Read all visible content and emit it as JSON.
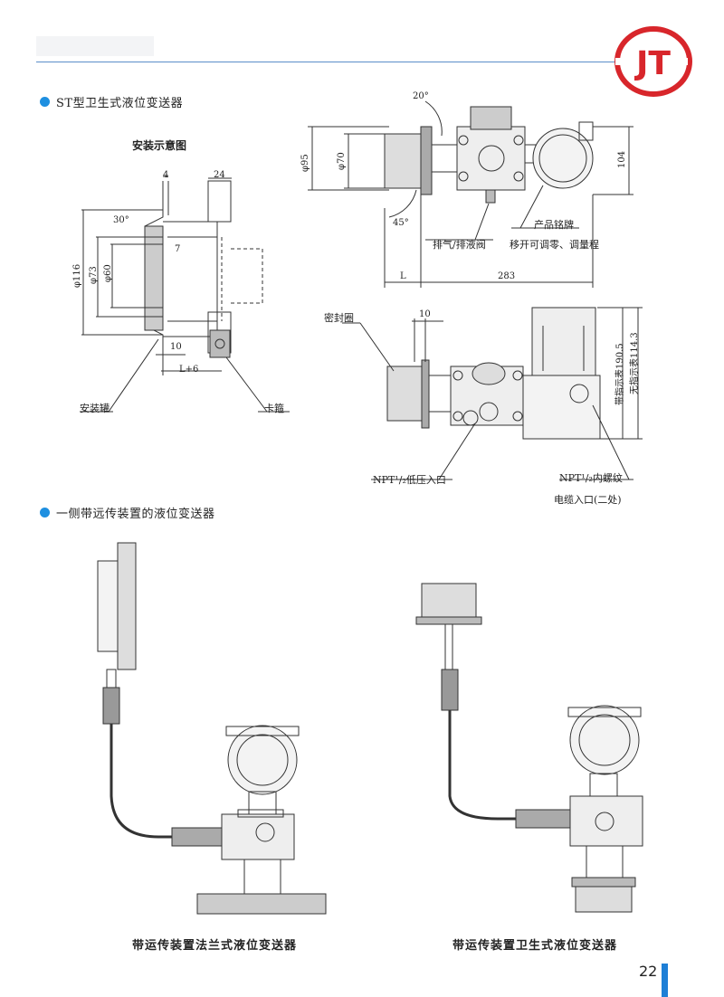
{
  "logo": {
    "text": "JT",
    "color": "#d8262b"
  },
  "section1": {
    "title": "ST型卫生式液位变送器"
  },
  "install": {
    "title": "安装示意图"
  },
  "left_dims": {
    "d4": "4",
    "d24": "24",
    "ang30": "30°",
    "d7": "7",
    "phi116": "φ116",
    "phi73": "φ73",
    "phi60": "φ60",
    "d10": "10",
    "lplus6": "L+6",
    "tank": "安装罐",
    "clamp": "卡箍"
  },
  "right_top": {
    "ang20": "20°",
    "phi95": "φ95",
    "phi70": "φ70",
    "ang45": "45°",
    "d104": "104",
    "vent": "排气/排液阀",
    "nameplate": "产品铭牌",
    "adjust": "移开可调零、调量程",
    "L": "L",
    "d283": "283"
  },
  "right_bot": {
    "seal": "密封圈",
    "d10": "10",
    "h_with": "带指示表190.5",
    "h_without": "无指示表114.3",
    "npt_low": "NPT¹/₂低压入口",
    "npt_inner": "NPT¹/₂内螺纹",
    "cable": "电缆入口(二处)"
  },
  "section2": {
    "title": "一侧带远传装置的液位变送器"
  },
  "captions": {
    "flange": "带运传装置法兰式液位变送器",
    "sanitary": "带运传装置卫生式液位变送器"
  },
  "page": {
    "number": "22"
  },
  "colors": {
    "accent": "#1e8fe0",
    "line": "#333333"
  }
}
